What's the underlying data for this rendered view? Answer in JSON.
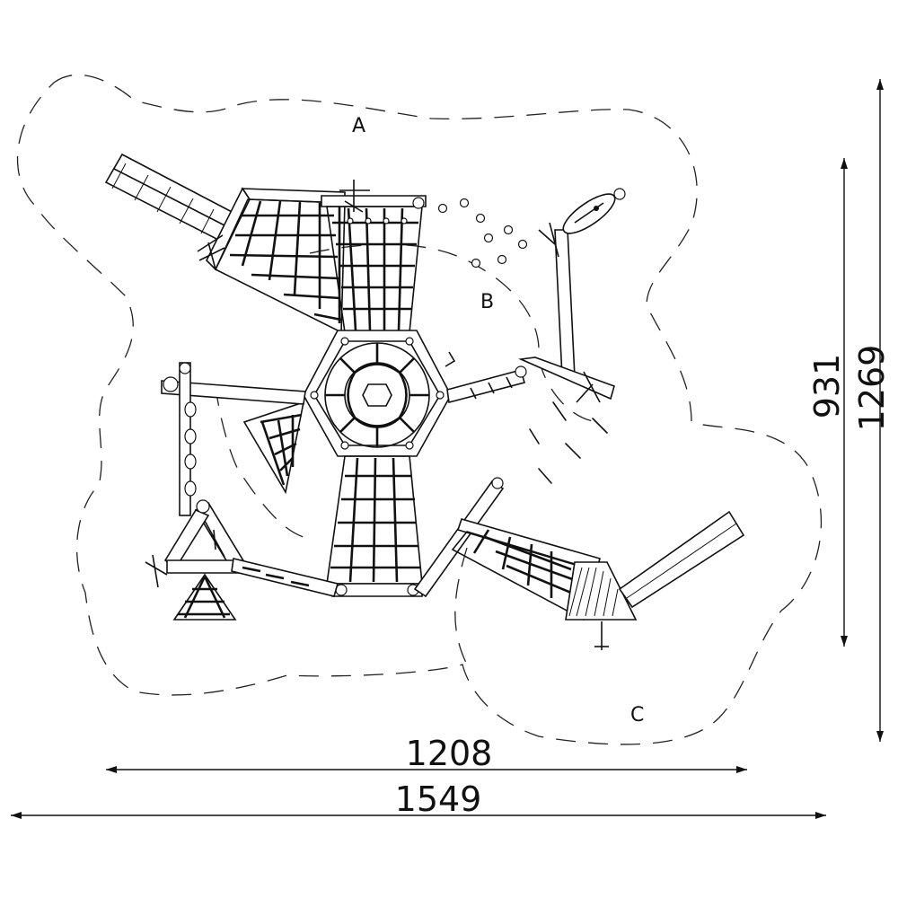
{
  "zones": {
    "a": "A",
    "b": "B",
    "c": "C"
  },
  "dimensions": {
    "inner_width": "1208",
    "outer_width": "1549",
    "inner_height": "931",
    "outer_height": "1269"
  }
}
